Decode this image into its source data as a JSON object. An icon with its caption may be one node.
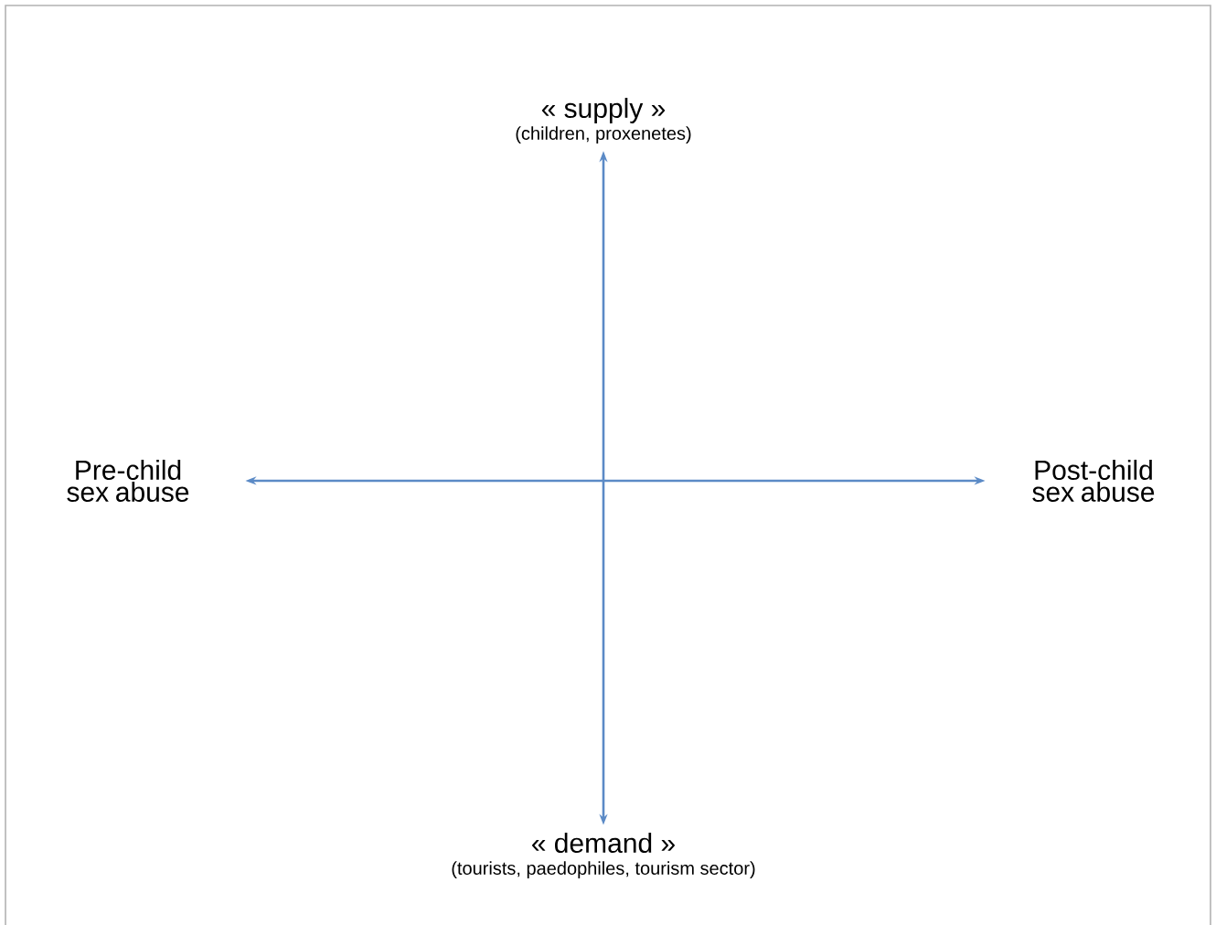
{
  "diagram": {
    "nodes": [
      {
        "text": [
          "« supply »",
          "(children, proxenetes)"
        ]
      },
      {
        "text": [
          "Pre-child sex abuse"
        ]
      },
      {
        "text": [
          "Post-child sex abuse"
        ]
      },
      {
        "text": [
          "« demand »",
          "(tourists, paedophiles, tourism sector)"
        ]
      }
    ],
    "edges": [
      {
        "from": 0,
        "to": 3,
        "arrow": "both"
      },
      {
        "from": 1,
        "to": 2,
        "arrow": "both"
      }
    ]
  }
}
